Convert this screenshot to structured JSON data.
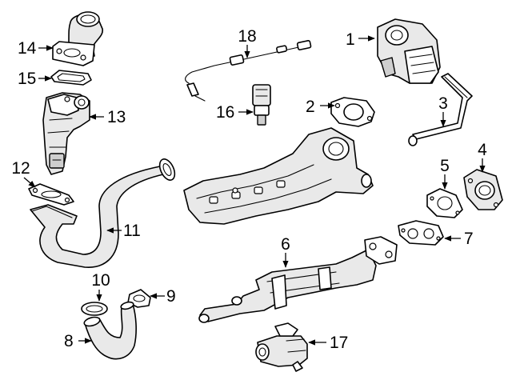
{
  "diagram": {
    "callouts": [
      {
        "id": "1",
        "label": "1"
      },
      {
        "id": "2",
        "label": "2"
      },
      {
        "id": "3",
        "label": "3"
      },
      {
        "id": "4",
        "label": "4"
      },
      {
        "id": "5",
        "label": "5"
      },
      {
        "id": "6",
        "label": "6"
      },
      {
        "id": "7",
        "label": "7"
      },
      {
        "id": "8",
        "label": "8"
      },
      {
        "id": "9",
        "label": "9"
      },
      {
        "id": "10",
        "label": "10"
      },
      {
        "id": "11",
        "label": "11"
      },
      {
        "id": "12",
        "label": "12"
      },
      {
        "id": "13",
        "label": "13"
      },
      {
        "id": "14",
        "label": "14"
      },
      {
        "id": "15",
        "label": "15"
      },
      {
        "id": "16",
        "label": "16"
      },
      {
        "id": "17",
        "label": "17"
      },
      {
        "id": "18",
        "label": "18"
      }
    ],
    "colors": {
      "line": "#000000",
      "background": "#ffffff",
      "shade": "#e9e9e9"
    }
  }
}
